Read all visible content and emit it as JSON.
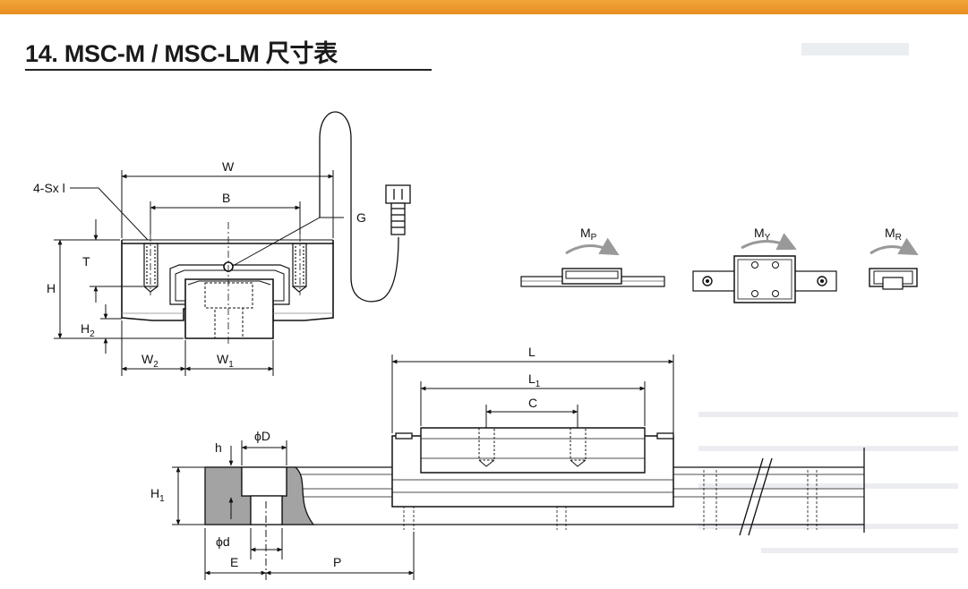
{
  "page": {
    "title": "14. MSC-M / MSC-LM 尺寸表"
  },
  "front_view": {
    "labels": {
      "W": "W",
      "B": "B",
      "G": "G",
      "screw": "4-Sx l",
      "T": "T",
      "H": "H",
      "H2_main": "H",
      "H2_sub": "2",
      "W2_main": "W",
      "W2_sub": "2",
      "W1_main": "W",
      "W1_sub": "1"
    }
  },
  "moment_icons": {
    "MP_main": "M",
    "MP_sub": "P",
    "MY_main": "M",
    "MY_sub": "Y",
    "MR_main": "M",
    "MR_sub": "R"
  },
  "side_view": {
    "labels": {
      "L": "L",
      "L1_main": "L",
      "L1_sub": "1",
      "C": "C",
      "phiD": "ϕD",
      "h": "h",
      "H1_main": "H",
      "H1_sub": "1",
      "phid": "ϕd",
      "E": "E",
      "P": "P"
    }
  }
}
